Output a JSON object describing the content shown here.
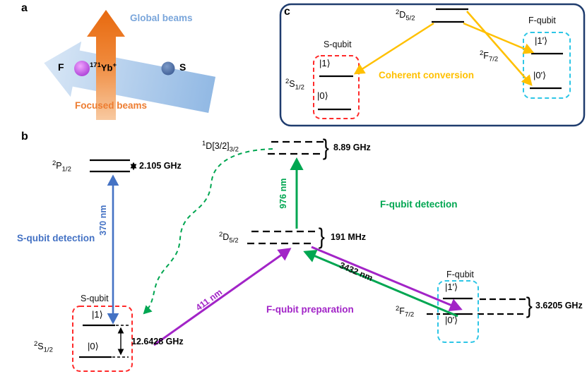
{
  "figure": {
    "panel_a": {
      "label": "a",
      "global_beams": "Global beams",
      "focused_beams": "Focused beams",
      "ion_f": "F",
      "ion_s": "S",
      "ion": {
        "mass": "171",
        "symbol": "Yb",
        "charge": "+"
      }
    },
    "panel_c": {
      "label": "c",
      "s_qubit": "S-qubit",
      "f_qubit": "F-qubit",
      "coherent_conversion": "Coherent conversion"
    },
    "panel_b": {
      "label": "b",
      "s_qubit": "S-qubit",
      "f_qubit": "F-qubit",
      "s_qubit_detection": "S-qubit detection",
      "f_qubit_detection": "F-qubit detection",
      "f_qubit_preparation": "F-qubit preparation",
      "wavelengths": {
        "w370": "370 nm",
        "w976": "976 nm",
        "w411": "411 nm",
        "w3432": "3432 nm"
      },
      "splittings": {
        "p12": "2.105 GHz",
        "d32": "8.89 GHz",
        "d52": "191 MHz",
        "f72": "3.6205 GHz",
        "s12": "12.6428 GHz"
      }
    },
    "states": {
      "one": "|1⟩",
      "zero": "|0⟩",
      "one_prime": "|1′⟩",
      "zero_prime": "|0′⟩"
    },
    "terms": {
      "s12": {
        "sup": "2",
        "base": "S",
        "sub": "1/2"
      },
      "p12": {
        "sup": "2",
        "base": "P",
        "sub": "1/2"
      },
      "d52": {
        "sup": "2",
        "base": "D",
        "sub": "5/2"
      },
      "f72": {
        "sup": "2",
        "base": "F",
        "sub": "7/2"
      },
      "d32": {
        "sup": "1",
        "base": "D[3/2]",
        "sub": "3/2"
      }
    },
    "glyphs": {
      "brace": "}"
    },
    "colors": {
      "blue_detection": "#4472C4",
      "green_detection": "#00A651",
      "purple_preparation": "#A224C7",
      "gold_conversion": "#FFC000",
      "red_squbit_box": "#FF2A2A",
      "cyan_fqubit_box": "#2EC6E6",
      "navy_panel_border": "#1F3C6E",
      "orange_focused_beam": "#ED7D31",
      "lightblue_global_beam": "#9DC3E6"
    }
  }
}
